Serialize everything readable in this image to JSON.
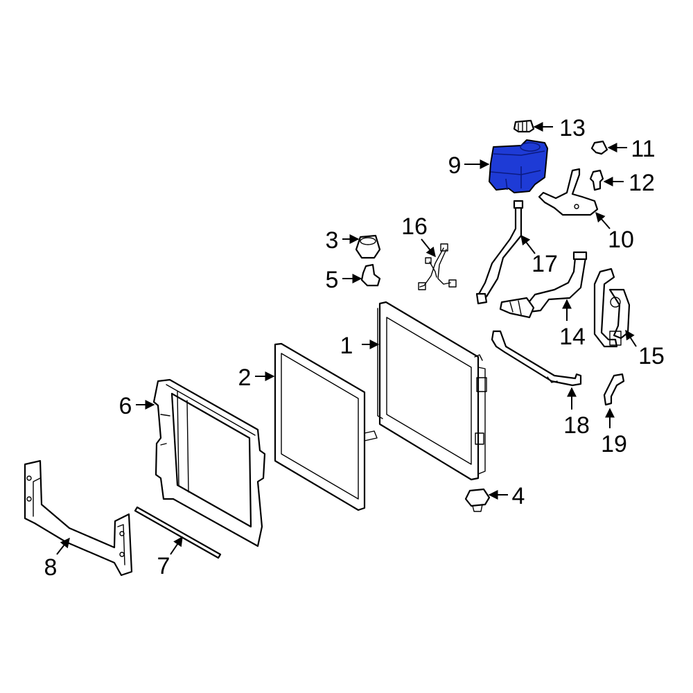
{
  "diagram": {
    "highlight_color": "#1e3bd6",
    "line_color": "#000000",
    "background": "#ffffff",
    "callouts": [
      {
        "id": "1",
        "label": "1"
      },
      {
        "id": "2",
        "label": "2"
      },
      {
        "id": "3",
        "label": "3"
      },
      {
        "id": "4",
        "label": "4"
      },
      {
        "id": "5",
        "label": "5"
      },
      {
        "id": "6",
        "label": "6"
      },
      {
        "id": "7",
        "label": "7"
      },
      {
        "id": "8",
        "label": "8"
      },
      {
        "id": "9",
        "label": "9"
      },
      {
        "id": "10",
        "label": "10"
      },
      {
        "id": "11",
        "label": "11"
      },
      {
        "id": "12",
        "label": "12"
      },
      {
        "id": "13",
        "label": "13"
      },
      {
        "id": "14",
        "label": "14"
      },
      {
        "id": "15",
        "label": "15"
      },
      {
        "id": "16",
        "label": "16"
      },
      {
        "id": "17",
        "label": "17"
      },
      {
        "id": "18",
        "label": "18"
      },
      {
        "id": "19",
        "label": "19"
      }
    ]
  }
}
